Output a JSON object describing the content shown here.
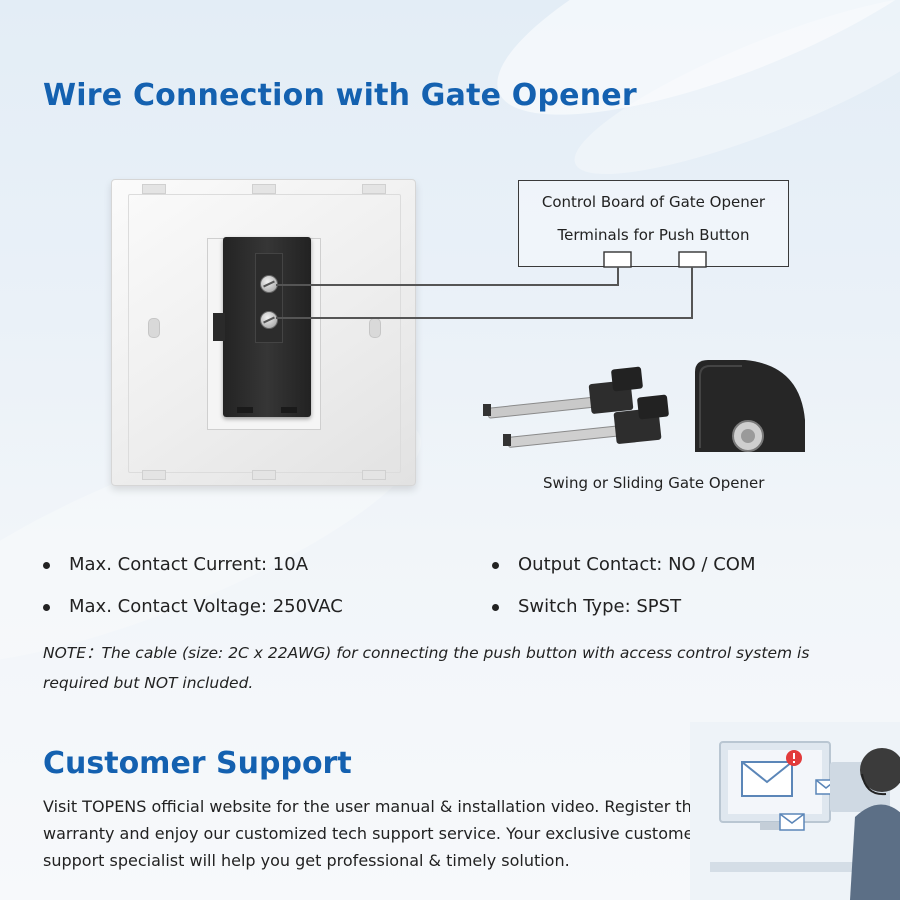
{
  "title": "Wire Connection with Gate Opener",
  "control_board": {
    "line1": "Control Board of Gate Opener",
    "line2": "Terminals for Push Button"
  },
  "opener_caption": "Swing or Sliding Gate Opener",
  "specs_left": [
    "Max. Contact Current: 10A",
    "Max. Contact Voltage: 250VAC"
  ],
  "specs_right": [
    "Output Contact: NO / COM",
    "Switch Type: SPST"
  ],
  "note": "NOTE：The cable (size: 2C x 22AWG) for connecting the push button with access control system is required but NOT included.",
  "support": {
    "title": "Customer Support",
    "body": "Visit TOPENS official website for the user manual & installation video. Register the warranty and enjoy our customized tech support service. Your exclusive customer support specialist will help you get professional & timely solution."
  },
  "colors": {
    "heading": "#1461b0",
    "text": "#222222",
    "device": "#2a2a2a"
  },
  "icons": [
    "push-button-plate",
    "terminal-screw",
    "linear-actuator",
    "sliding-gate-motor",
    "envelope-icon",
    "alert-badge-icon"
  ]
}
